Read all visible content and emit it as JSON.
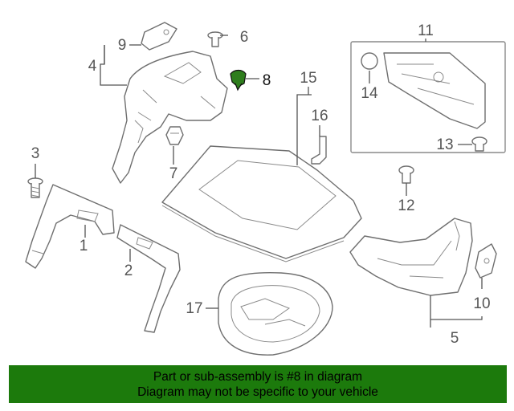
{
  "callouts": {
    "c1": "1",
    "c2": "2",
    "c3": "3",
    "c4": "4",
    "c5": "5",
    "c6": "6",
    "c7": "7",
    "c8": "8",
    "c9": "9",
    "c10": "10",
    "c11": "11",
    "c12": "12",
    "c13": "13",
    "c14": "14",
    "c15": "15",
    "c16": "16",
    "c17": "17"
  },
  "highlighted_part": "8",
  "colors": {
    "highlight_part": "#2e7d1d",
    "banner": "#1c7a0c",
    "banner_text": "#000000"
  },
  "banner": {
    "line1": "Part or sub-assembly is #8 in diagram",
    "line2": "Diagram may not be specific to your vehicle"
  }
}
